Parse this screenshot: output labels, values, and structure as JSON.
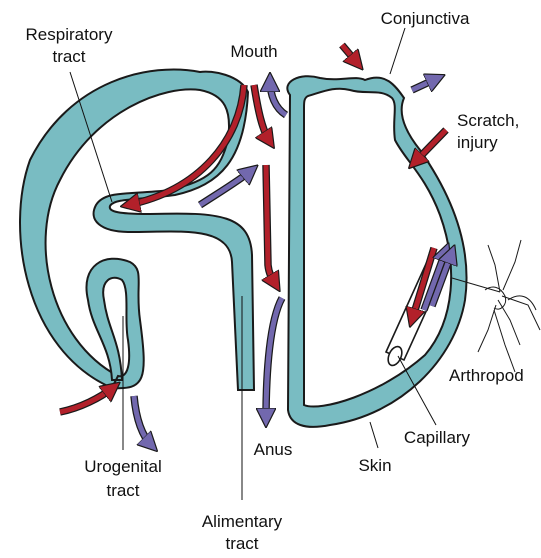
{
  "labels": {
    "conjunctiva": "Conjunctiva",
    "respiratory_line1": "Respiratory",
    "respiratory_line2": "tract",
    "mouth": "Mouth",
    "scratch_line1": "Scratch,",
    "scratch_line2": "injury",
    "arthropod": "Arthropod",
    "capillary": "Capillary",
    "anus": "Anus",
    "skin": "Skin",
    "urogenital_line1": "Urogenital",
    "urogenital_line2": "tract",
    "alimentary_line1": "Alimentary",
    "alimentary_line2": "tract"
  },
  "colors": {
    "body_fill": "#79bcc2",
    "body_stroke": "#1a1a1a",
    "entry_arrow": "#b2202a",
    "exit_arrow": "#7268ae",
    "leader_line": "#111111"
  },
  "arrow_legend": {
    "entry_icon": "red-entry-arrow",
    "exit_icon": "purple-exit-arrow"
  }
}
